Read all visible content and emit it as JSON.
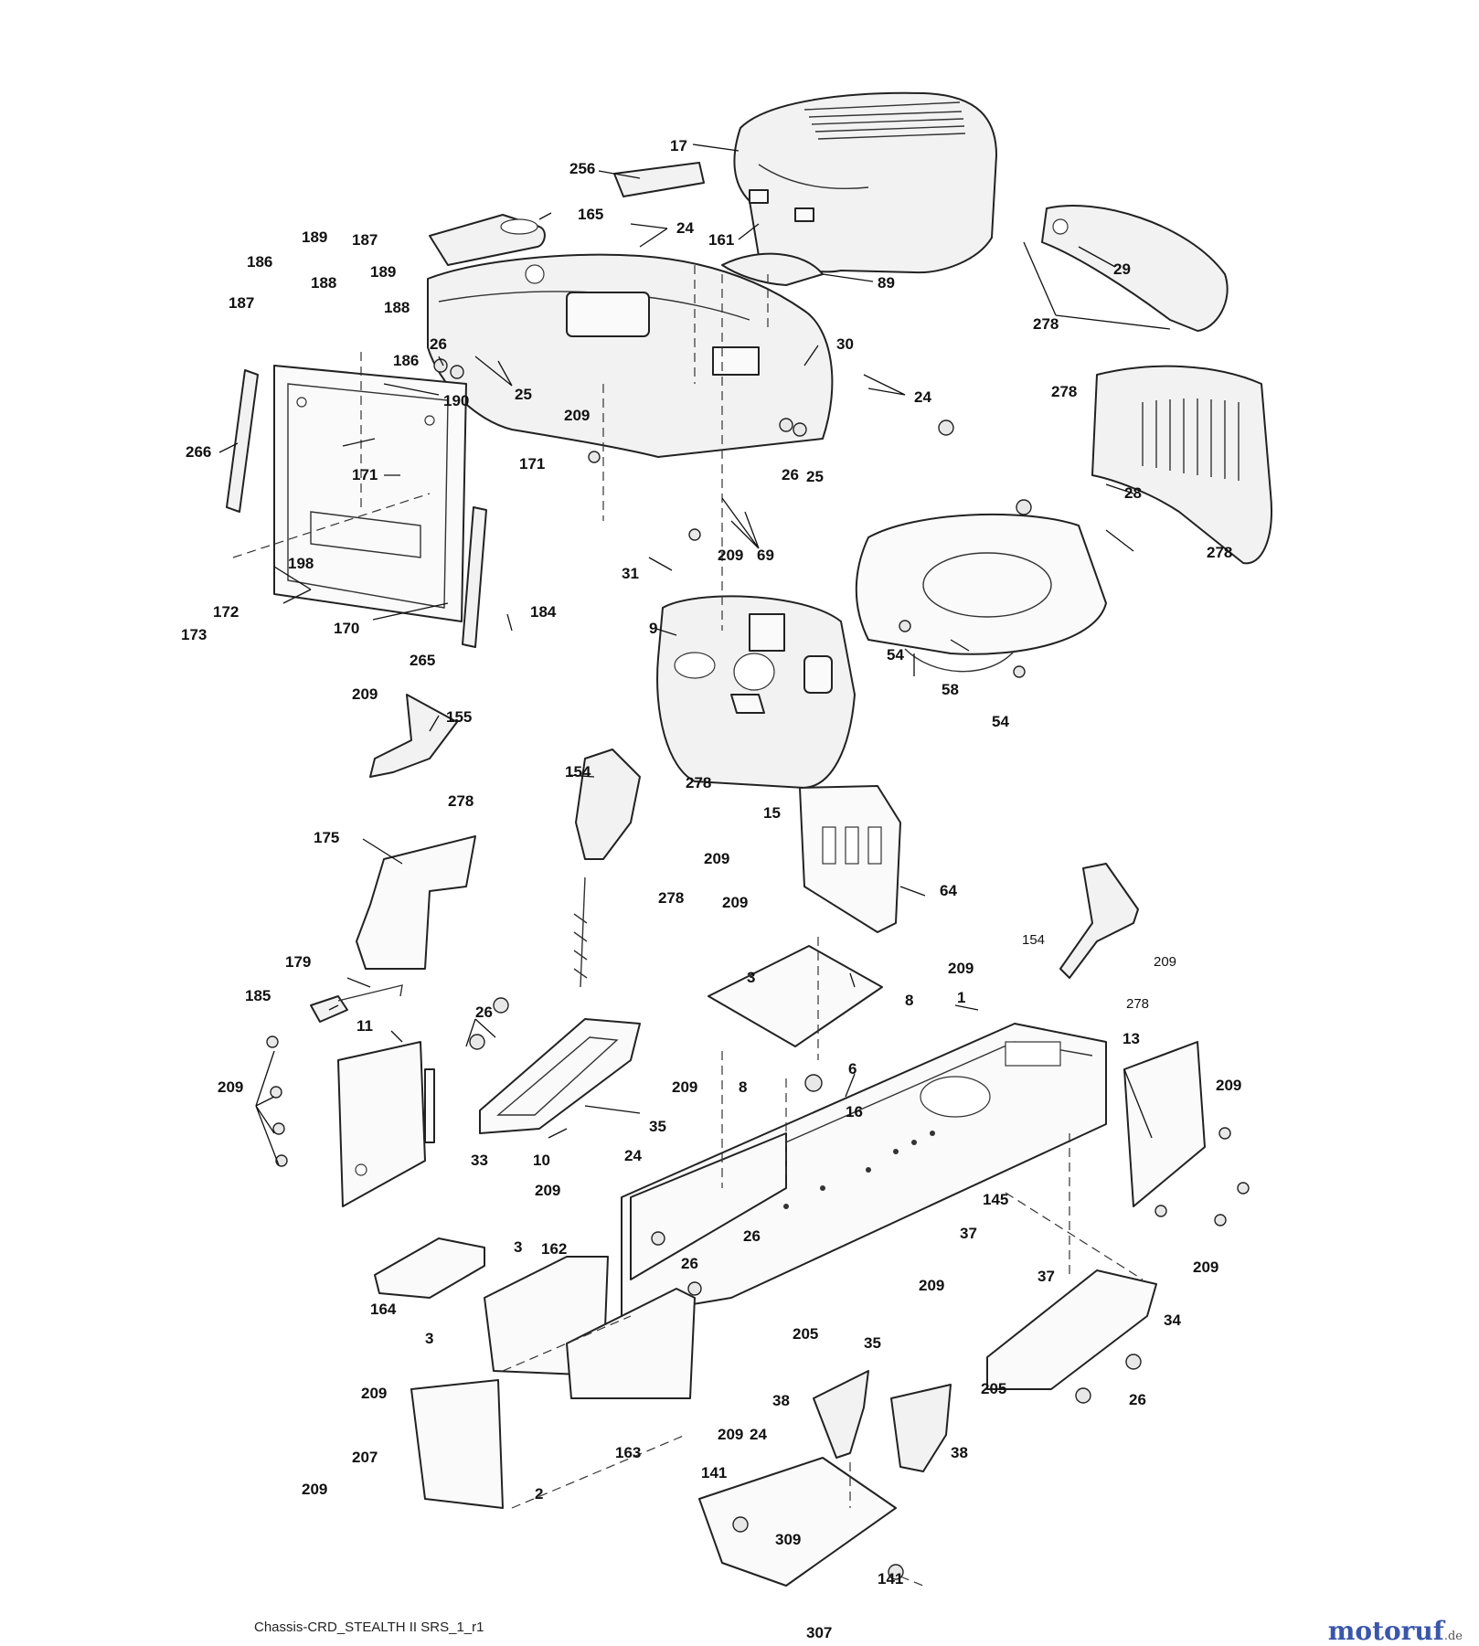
{
  "diagram": {
    "caption": "Chassis-CRD_STEALTH II SRS_1_r1",
    "brand": "motoruf",
    "brand_suffix": ".de",
    "labels": {
      "17": "17",
      "256": "256",
      "165": "165",
      "24": "24",
      "161": "161",
      "89": "89",
      "29": "29",
      "278": "278",
      "189": "189",
      "186": "186",
      "187": "187",
      "188": "188",
      "26": "26",
      "25": "25",
      "30": "30",
      "190": "190",
      "266": "266",
      "171": "171",
      "209": "209",
      "28": "28",
      "69": "69",
      "31": "31",
      "198": "198",
      "172": "172",
      "173": "173",
      "170": "170",
      "184": "184",
      "265": "265",
      "9": "9",
      "54": "54",
      "58": "58",
      "155": "155",
      "154": "154",
      "15": "15",
      "64": "64",
      "175": "175",
      "179": "179",
      "185": "185",
      "3": "3",
      "8": "8",
      "11": "11",
      "33": "33",
      "35": "35",
      "10": "10",
      "6": "6",
      "16": "16",
      "1": "1",
      "13": "13",
      "162": "162",
      "164": "164",
      "145": "145",
      "37": "37",
      "34": "34",
      "205": "205",
      "38": "38",
      "163": "163",
      "207": "207",
      "2": "2",
      "141": "141",
      "309": "309",
      "307": "307"
    }
  }
}
